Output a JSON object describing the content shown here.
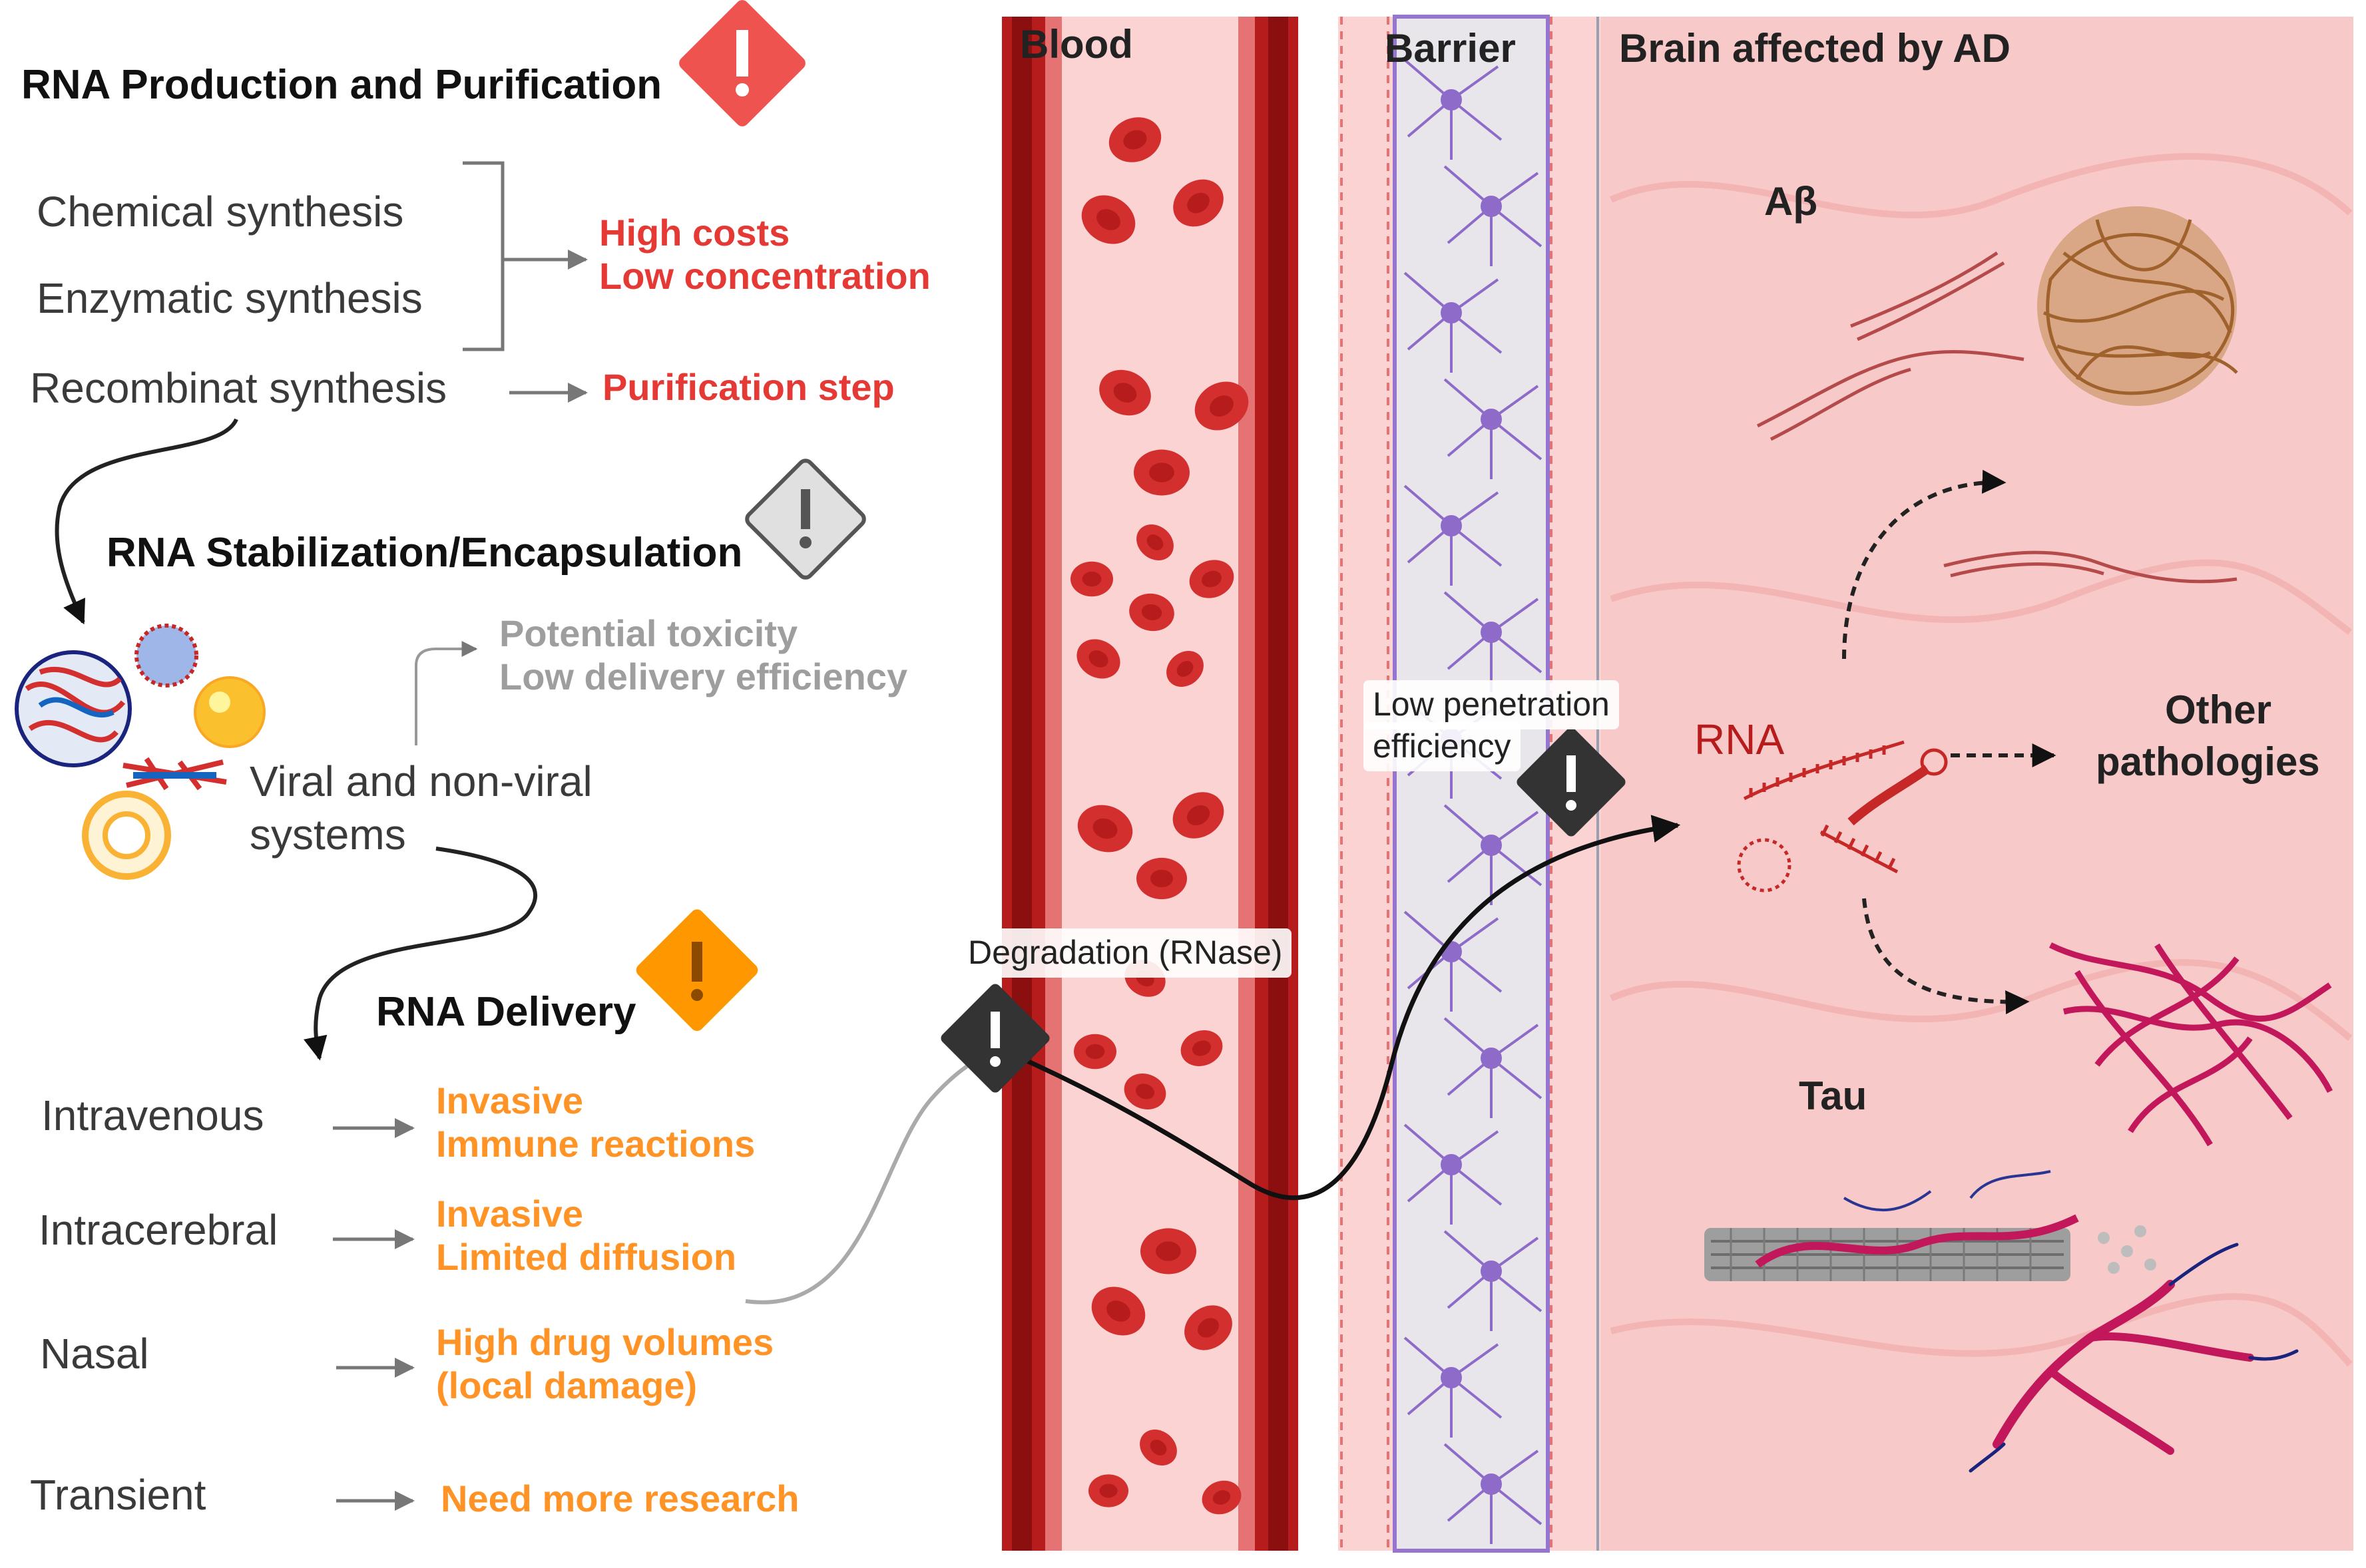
{
  "left_panel": {
    "production": {
      "title": "RNA Production and Purification",
      "methods": [
        "Chemical synthesis",
        "Enzymatic synthesis",
        "Recombinat synthesis"
      ],
      "issues": [
        "High costs",
        "Low concentration",
        "Purification step"
      ]
    },
    "stabilization": {
      "title": "RNA Stabilization/Encapsulation",
      "issues": [
        "Potential toxicity",
        "Low delivery efficiency"
      ],
      "systems_label_line1": "Viral and non-viral",
      "systems_label_line2": "systems"
    },
    "delivery": {
      "title": "RNA Delivery",
      "routes": [
        {
          "route": "Intravenous",
          "issue1": "Invasive",
          "issue2": "Immune reactions"
        },
        {
          "route": "Intracerebral",
          "issue1": "Invasive",
          "issue2": "Limited diffusion"
        },
        {
          "route": "Nasal",
          "issue1": "High drug volumes",
          "issue2": "(local damage)"
        },
        {
          "route": "Transient",
          "issue1": "Need more research",
          "issue2": ""
        }
      ]
    }
  },
  "right_panel": {
    "blood_label": "Blood",
    "barrier_label": "Barrier",
    "brain_label": "Brain affected by AD",
    "degradation_label": "Degradation (RNase)",
    "penetration_line1": "Low penetration",
    "penetration_line2": "efficiency",
    "abeta_label": "Aβ",
    "rna_label": "RNA",
    "tau_label": "Tau",
    "other_line1": "Other",
    "other_line2": "pathologies"
  },
  "colors": {
    "red_issue": "#e53935",
    "gray_issue": "#9e9e9e",
    "orange_issue": "#ff9326",
    "vessel_wall": "#b71c1c",
    "vessel_lumen": "#fbd3d3",
    "brain_tissue": "#f8c9c9",
    "neuron_purple": "#8e6bc9"
  },
  "icons": [
    "warning-red-icon",
    "warning-gray-icon",
    "warning-orange-icon",
    "warning-dark-icon",
    "nanoparticle-icon",
    "red-blood-cell-icon",
    "neuron-icon",
    "amyloid-plaque-icon",
    "tau-tangle-icon",
    "microtubule-icon"
  ]
}
